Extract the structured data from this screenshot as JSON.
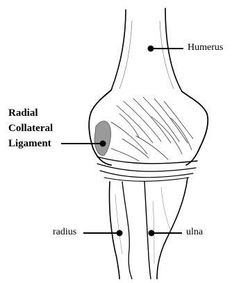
{
  "labels": {
    "humerus": "Humerus",
    "radial_collateral_ligament": [
      "Radial",
      "Collateral",
      "Ligament"
    ],
    "radius": "radius",
    "ulna": "ulna"
  },
  "colors": {
    "ink": "#000000",
    "background": "#ffffff",
    "shading": "#9a9a9a"
  }
}
